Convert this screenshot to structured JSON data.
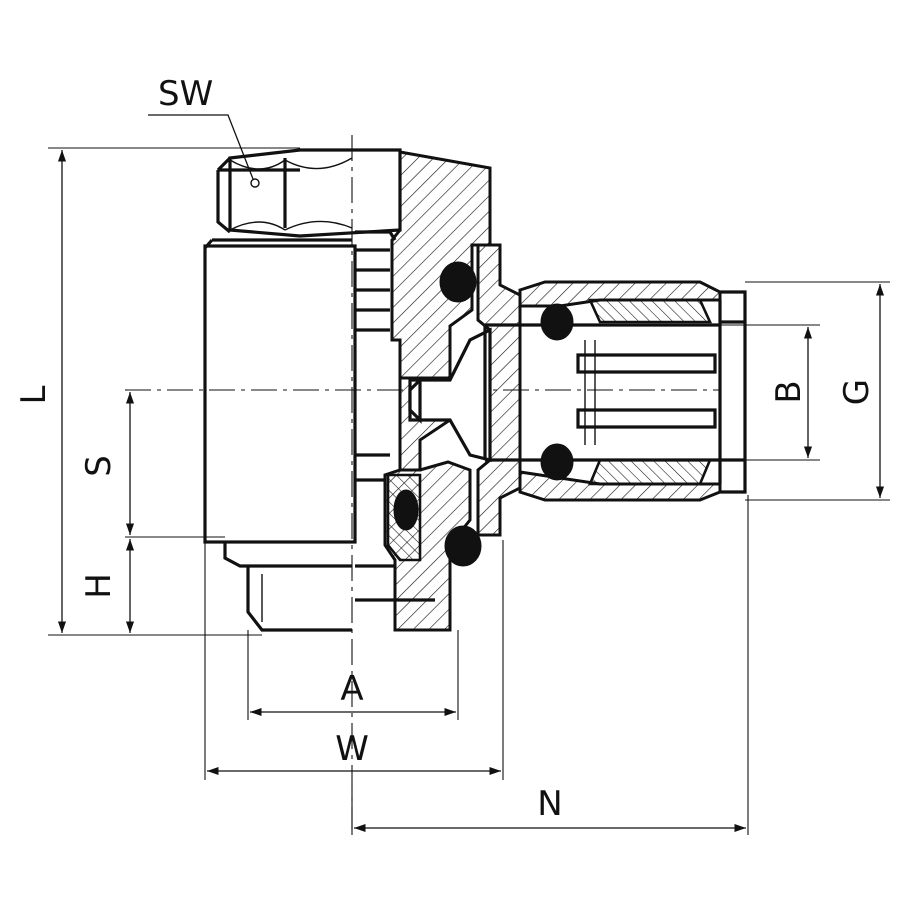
{
  "labels": {
    "sw": "SW",
    "l": "L",
    "s": "S",
    "h": "H",
    "a": "A",
    "w": "W",
    "n": "N",
    "b": "B",
    "g": "G"
  },
  "colors": {
    "line": "#111111",
    "background": "#ffffff"
  }
}
